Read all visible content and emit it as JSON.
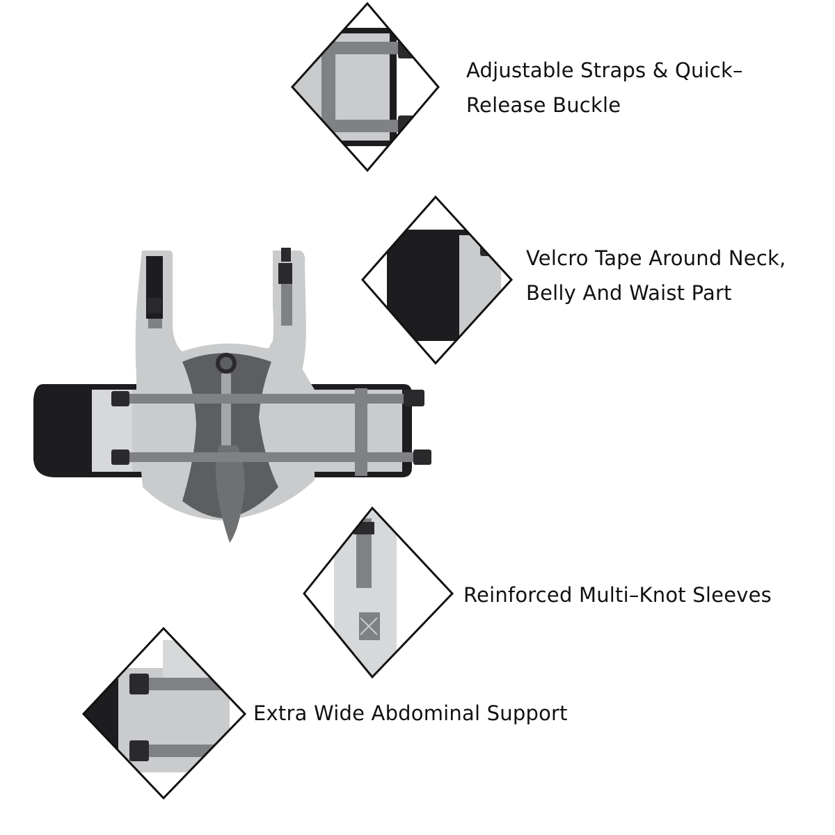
{
  "features": [
    {
      "id": "straps",
      "lines": [
        "Adjustable Straps & Quick–",
        "Release Buckle"
      ]
    },
    {
      "id": "velcro",
      "lines": [
        "Velcro Tape Around Neck,",
        "Belly And Waist Part"
      ]
    },
    {
      "id": "sleeves",
      "lines": [
        "Reinforced Multi–Knot Sleeves"
      ]
    },
    {
      "id": "support",
      "lines": [
        "Extra Wide Abdominal Support"
      ]
    }
  ],
  "colors": {
    "light_fabric": "#c9cbcc",
    "dark_fabric": "#5c5e60",
    "black_trim": "#1d1d1f",
    "strap": "#7f8184",
    "buckle": "#2a2a2c",
    "outline": "#111111"
  }
}
